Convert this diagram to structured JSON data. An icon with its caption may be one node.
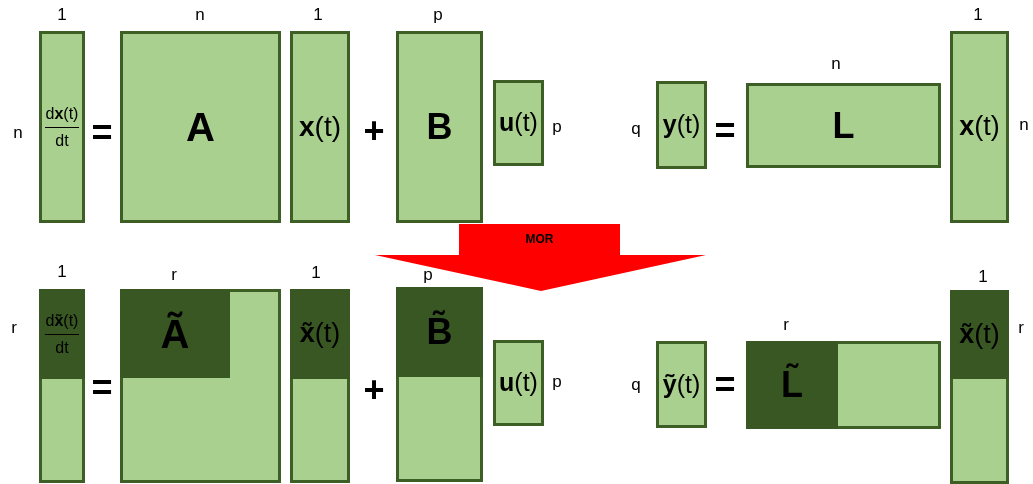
{
  "diagram": {
    "nodes": [
      {
        "text": [
          "d**x**(t)",
          "dt"
        ],
        "beside": [
          "1",
          "n"
        ]
      },
      {
        "text": [
          "A"
        ],
        "beside": [
          "n"
        ]
      },
      {
        "text": [
          "**x**(t)"
        ],
        "beside": [
          "1"
        ]
      },
      {
        "text": [
          "B"
        ],
        "beside": [
          "p"
        ]
      },
      {
        "text": [
          "**u**(t)"
        ],
        "beside": [
          "p"
        ]
      },
      {
        "text": [
          "**y**(t)"
        ],
        "beside": [
          "q"
        ]
      },
      {
        "text": [
          "L"
        ],
        "beside": [
          "n"
        ]
      },
      {
        "text": [
          "**x**(t)"
        ],
        "beside": [
          "1",
          "n"
        ]
      },
      {
        "text": [
          "MOR"
        ]
      },
      {
        "text": [
          "d**x̃**(t)",
          "dt"
        ],
        "beside": [
          "1",
          "r"
        ]
      },
      {
        "text": [
          "Ã"
        ],
        "beside": [
          "r"
        ]
      },
      {
        "text": [
          "**x̃**(t)"
        ],
        "beside": [
          "1"
        ]
      },
      {
        "text": [
          "B̃"
        ],
        "beside": [
          "p"
        ]
      },
      {
        "text": [
          "**u**(t)"
        ],
        "beside": [
          "p"
        ]
      },
      {
        "text": [
          "**ỹ**(t)"
        ],
        "beside": [
          "q"
        ]
      },
      {
        "text": [
          "L̃"
        ],
        "beside": [
          "r"
        ]
      },
      {
        "text": [
          "**x̃**(t)"
        ],
        "beside": [
          "1",
          "r"
        ]
      }
    ],
    "labels": [
      "=",
      "+",
      "=",
      "=",
      "+",
      "="
    ]
  }
}
